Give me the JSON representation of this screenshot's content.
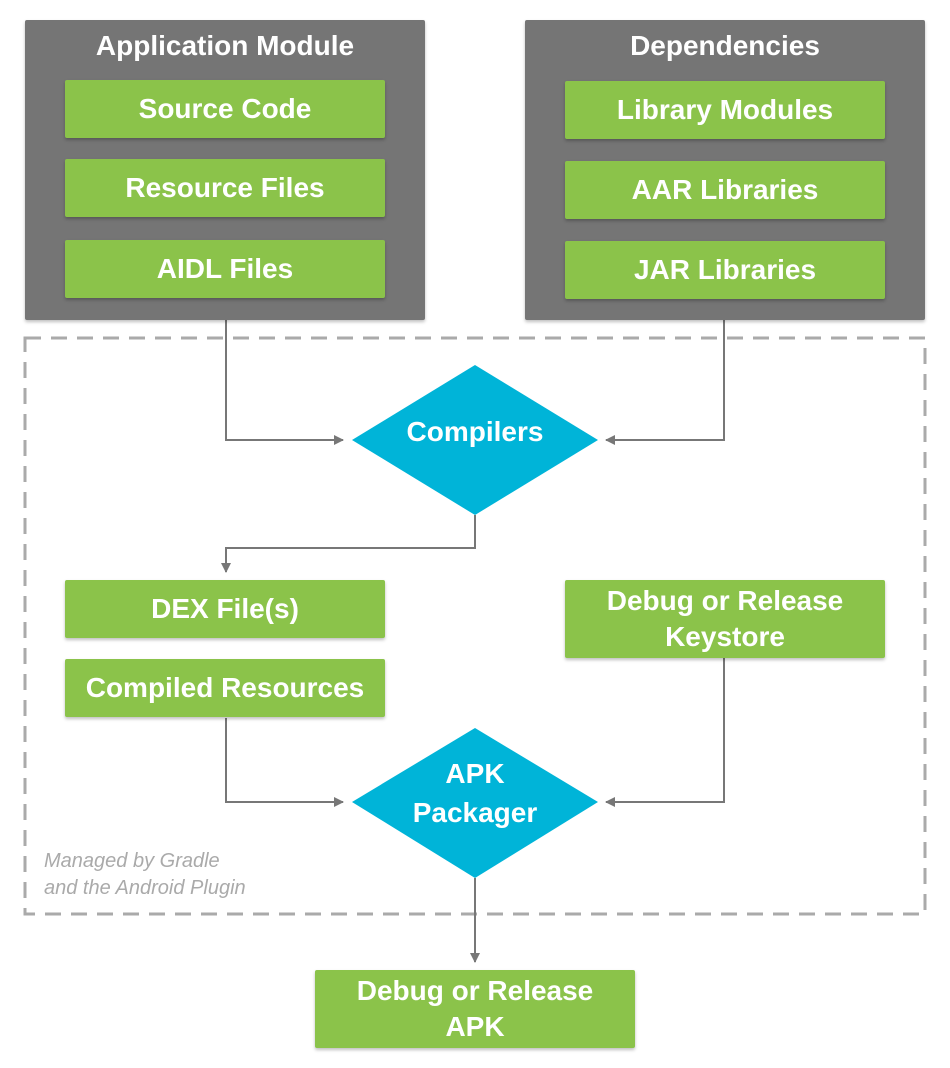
{
  "app_module": {
    "title": "Application Module",
    "items": [
      "Source Code",
      "Resource Files",
      "AIDL Files"
    ]
  },
  "dependencies": {
    "title": "Dependencies",
    "items": [
      "Library Modules",
      "AAR Libraries",
      "JAR Libraries"
    ]
  },
  "compilers": {
    "label": "Compilers"
  },
  "outputs": {
    "dex": "DEX File(s)",
    "compiled_resources": "Compiled Resources",
    "keystore": "Debug or Release\nKeystore"
  },
  "packager": {
    "label": "APK\nPackager"
  },
  "managed_note": "Managed by Gradle\nand the Android Plugin",
  "final_apk": "Debug or Release\nAPK",
  "colors": {
    "panel": "#757575",
    "box": "#8bc34a",
    "diamond": "#00b4d8",
    "connector": "#777777",
    "dashed_border": "#aaaaaa"
  }
}
